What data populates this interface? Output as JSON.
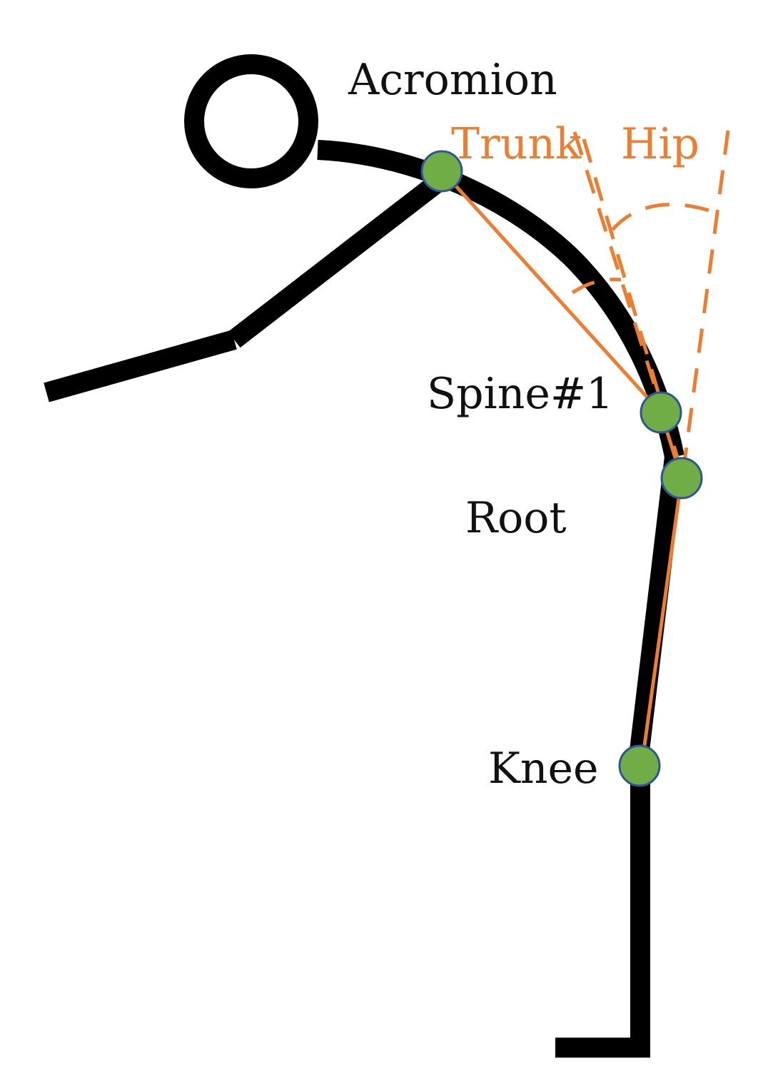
{
  "labels": {
    "acromion": "Acromion",
    "trunk": "Trunk",
    "hip": "Hip",
    "spine1": "Spine#1",
    "root": "Root",
    "knee": "Knee"
  },
  "colors": {
    "figure": "#000000",
    "accent": "#ed7d31",
    "joint_fill": "#70ad47",
    "joint_outline": "#2f5597"
  }
}
